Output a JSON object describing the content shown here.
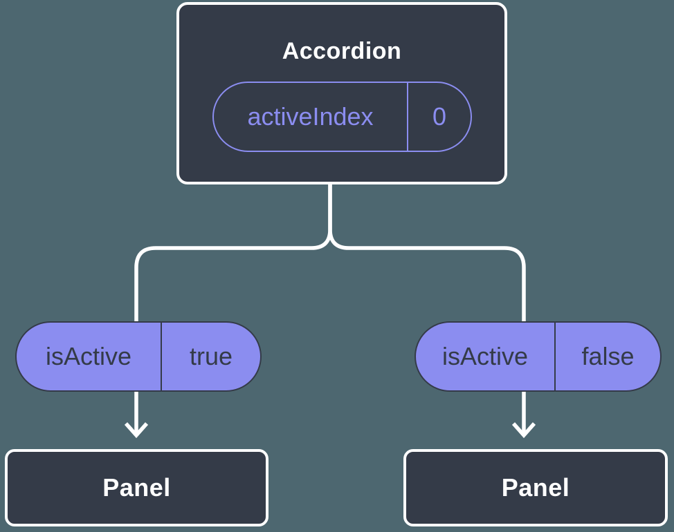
{
  "diagram": {
    "type": "component-state-tree",
    "root": {
      "title": "Accordion",
      "prop": {
        "name": "activeIndex",
        "value": "0"
      }
    },
    "children": [
      {
        "prop": {
          "name": "isActive",
          "value": "true"
        },
        "target": "Panel"
      },
      {
        "prop": {
          "name": "isActive",
          "value": "false"
        },
        "target": "Panel"
      }
    ],
    "colors": {
      "background": "#4d6770",
      "node_fill": "#343b48",
      "node_border": "#ffffff",
      "accent_purple": "#8b8df0",
      "connector": "#ffffff"
    }
  }
}
